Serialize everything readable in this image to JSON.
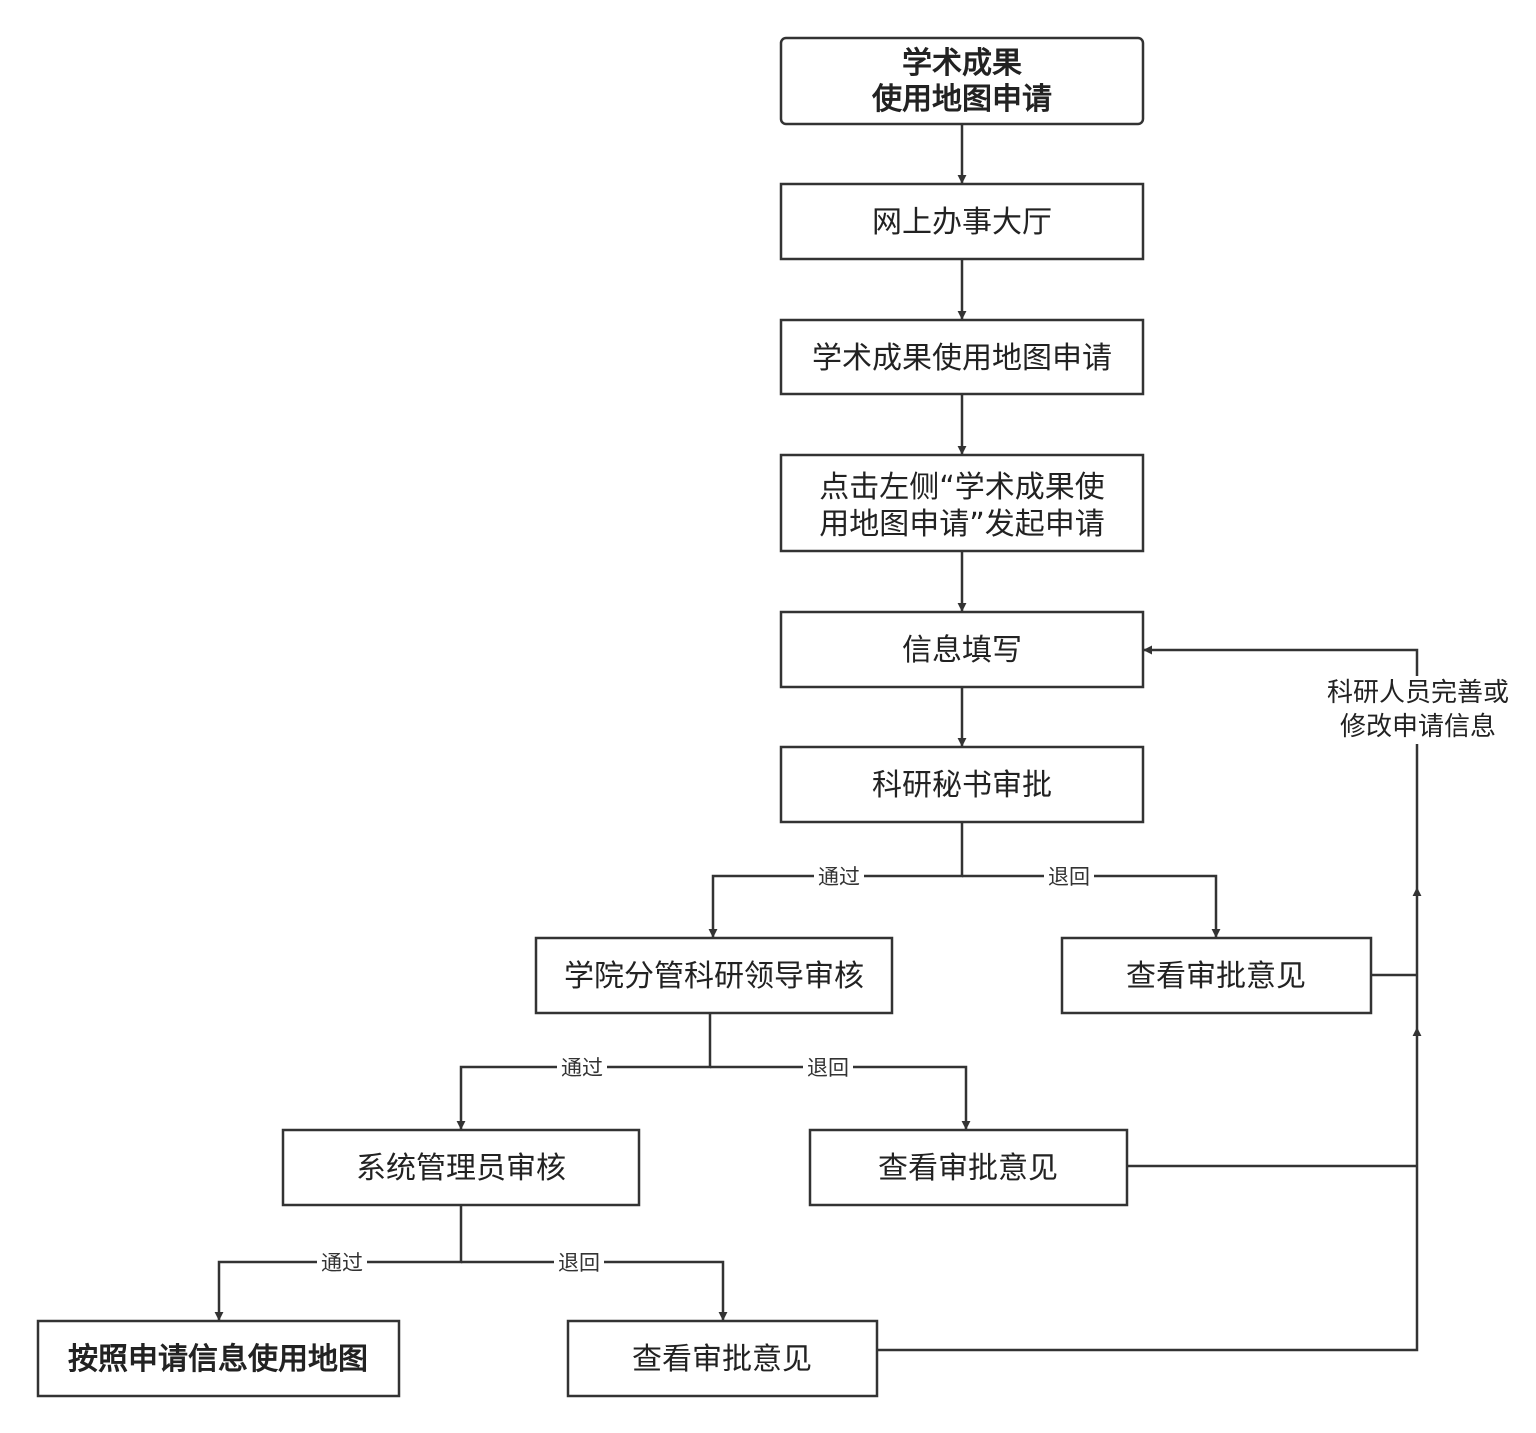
{
  "nodes": {
    "start_line1": "学术成果",
    "start_line2": "使用地图申请",
    "online_hall": "网上办事大厅",
    "map_apply": "学术成果使用地图申请",
    "click_line1": "点击左侧“学术成果使",
    "click_line2": "用地图申请”发起申请",
    "info_fill": "信息填写",
    "secretary": "科研秘书审批",
    "college_leader": "学院分管科研领导审核",
    "view_opinion_1": "查看审批意见",
    "sys_admin": "系统管理员审核",
    "view_opinion_2": "查看审批意见",
    "use_map": "按照申请信息使用地图",
    "view_opinion_3": "查看审批意见"
  },
  "edge_labels": {
    "pass_1": "通过",
    "return_1": "退回",
    "pass_2": "通过",
    "return_2": "退回",
    "pass_3": "通过",
    "return_3": "退回"
  },
  "feedback": {
    "line1": "科研人员完善或",
    "line2": "修改申请信息"
  },
  "colors": {
    "stroke": "#333333",
    "text": "#222222",
    "background": "#ffffff"
  }
}
